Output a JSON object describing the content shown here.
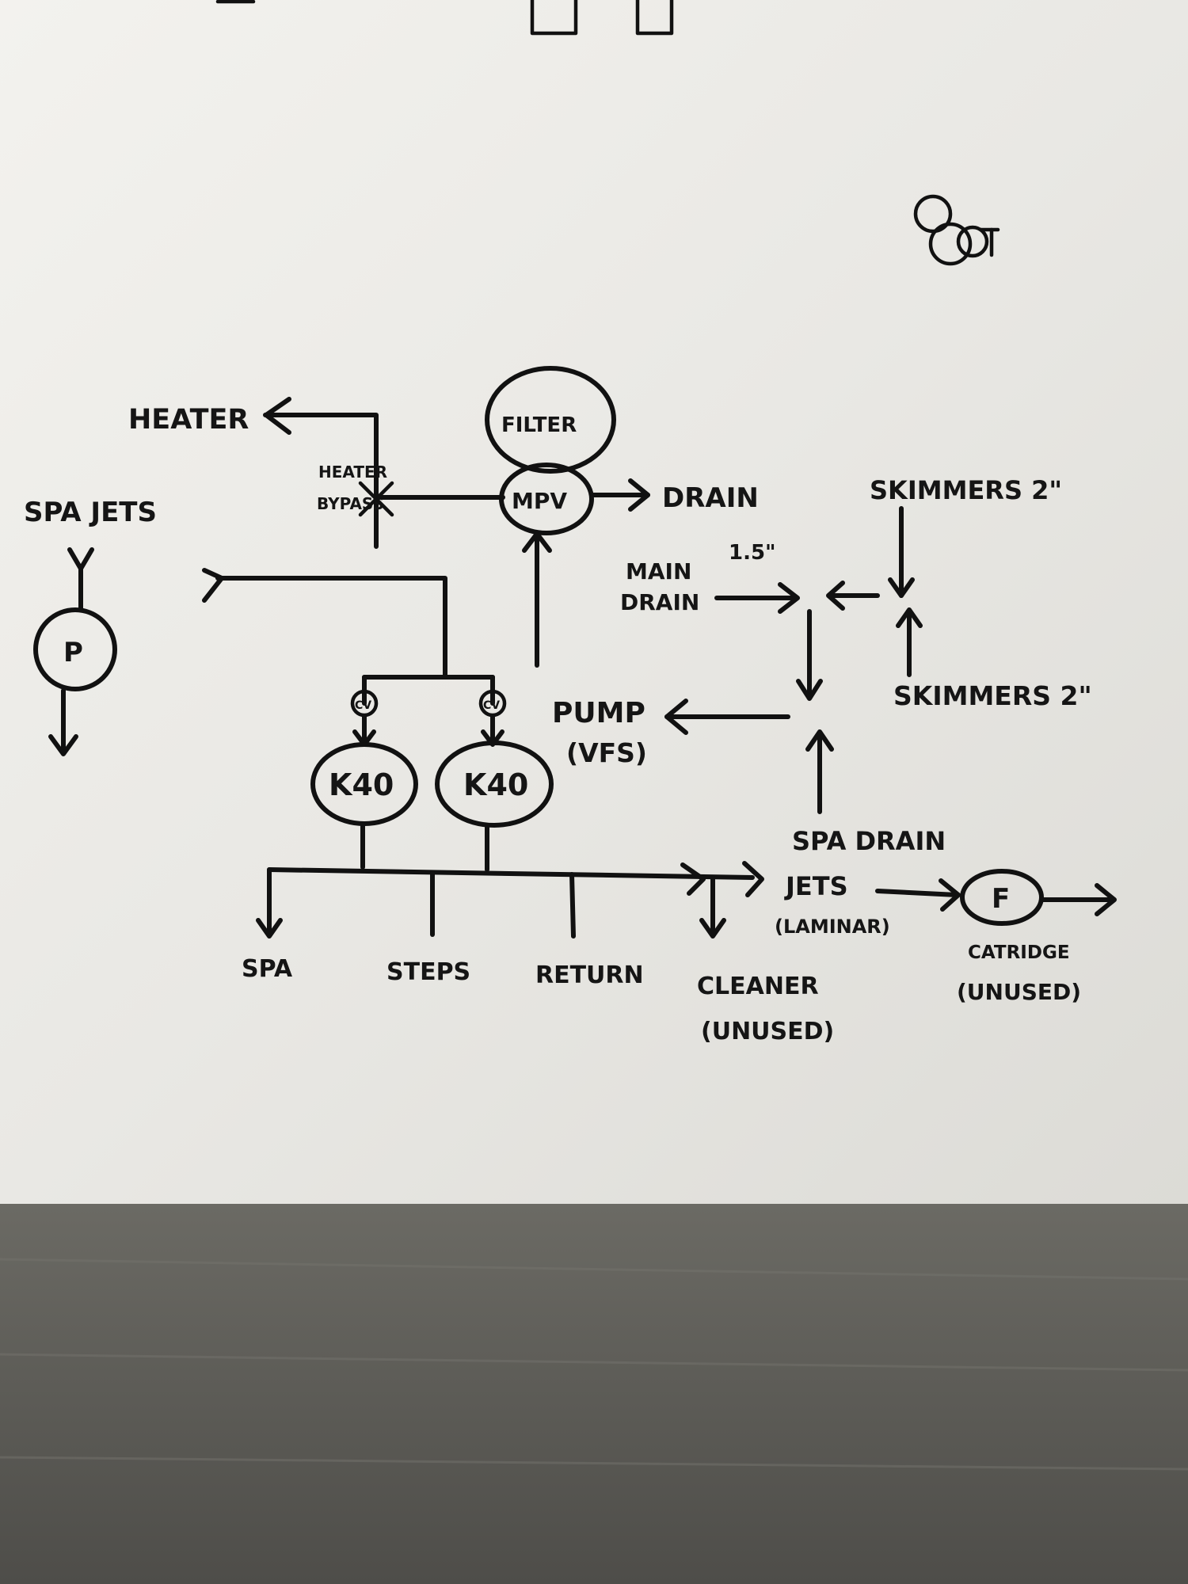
{
  "colors": {
    "ink": "#111111",
    "paper": "#ecebe7",
    "table": "#5a5954"
  },
  "labels": {
    "heater": "HEATER",
    "heater_bypass_1": "HEATER",
    "heater_bypass_2": "BYPASS",
    "filter": "FILTER",
    "mpv": "MPV",
    "drain": "DRAIN",
    "skimmers_top": "SKIMMERS 2\"",
    "spa_jets": "SPA JETS",
    "main": "MAIN",
    "size_main": "1.5\"",
    "main_drain": "DRAIN",
    "skimmers_bottom": "SKIMMERS 2\"",
    "pump_p": "P",
    "pump": "PUMP",
    "vfs": "(VFS)",
    "valve_left": "CV",
    "valve_right": "CV",
    "filter_k40_left": "K40",
    "filter_k40_right": "K40",
    "spa_drain": "SPA DRAIN",
    "jets": "JETS",
    "laminar": "(LAMINAR)",
    "cartridge_f": "F",
    "cartridge": "CATRIDGE",
    "cartridge_unused": "(UNUSED)",
    "out_spa": "SPA",
    "out_steps": "STEPS",
    "out_return": "RETURN",
    "out_cleaner": "CLEANER",
    "out_cleaner_unused": "(UNUSED)"
  }
}
